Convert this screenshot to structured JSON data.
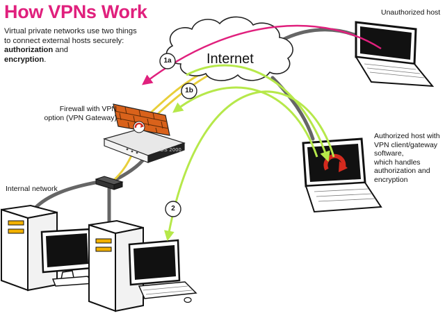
{
  "title": "How VPNs Work",
  "intro": {
    "line1": "Virtual private networks use two things",
    "line2": "to connect external hosts securely:",
    "authorization": "authorization",
    "and": " and",
    "encryption": "encryption",
    "period": "."
  },
  "labels": {
    "internet": "Internet",
    "unauthorized_host": "Unauthorized host",
    "firewall_line1": "Firewall with VPN",
    "firewall_line2": "option (VPN Gateway)",
    "authorized_line1": "Authorized host with",
    "authorized_line2": "VPN client/gateway",
    "authorized_line3": "software,",
    "authorized_line4": "which handles",
    "authorized_line5": "authorization and",
    "authorized_line6": "encryption",
    "internal_network": "Internal network",
    "router_model": "GS 2000"
  },
  "steps": {
    "step_1a": "1a",
    "step_1b": "1b",
    "step_2": "2"
  },
  "colors": {
    "title": "#e0207d",
    "rejected_arrow": "#e0207d",
    "accepted_arrow": "#b6e84a",
    "wall_brick": "#d9621b",
    "tunnel_wire": "#e8cf3a",
    "vpn_logo": "#d42a1e"
  }
}
